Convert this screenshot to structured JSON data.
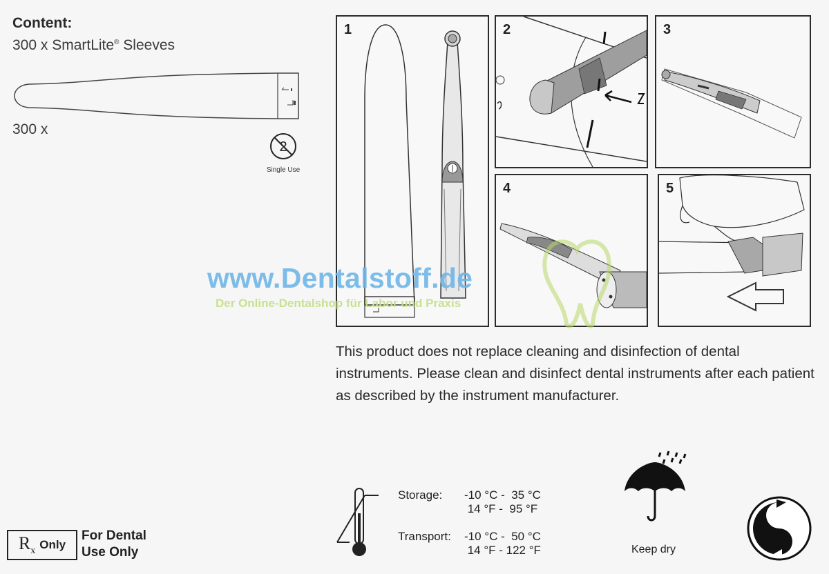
{
  "content": {
    "title": "Content:",
    "line": "300 x SmartLite",
    "reg_mark": "®",
    "line_suffix": " Sleeves",
    "count_label": "300 x",
    "single_use_icon_number": "2",
    "single_use_label": "Single Use"
  },
  "steps": [
    {
      "number": "1"
    },
    {
      "number": "2"
    },
    {
      "number": "3"
    },
    {
      "number": "4"
    },
    {
      "number": "5"
    }
  ],
  "notice": "This product does not replace cleaning and disinfection of dental instruments. Please clean and disinfect dental instruments after each patient as described by the instrument manufacturer.",
  "storage": {
    "storage_label": "Storage:",
    "storage_c": "-10 °C -  35 °C",
    "storage_f": " 14 °F -  95 °F",
    "transport_label": "Transport:",
    "transport_c": "-10 °C -  50 °C",
    "transport_f": " 14 °F - 122 °F"
  },
  "keep_dry_label": "Keep dry",
  "rx": {
    "symbol": "R",
    "sub": "x",
    "only": "Only"
  },
  "dental_use": {
    "line1": "For Dental",
    "line2": "Use Only"
  },
  "watermark": {
    "url": "www.Dentalstoff.de",
    "subtitle": "Der Online-Dentalshop für Labor und Praxis"
  },
  "colors": {
    "watermark_blue": "#6fb6e8",
    "watermark_green": "#c6e08a",
    "ink": "#222222",
    "panel_grey": "#9a9a9a"
  }
}
